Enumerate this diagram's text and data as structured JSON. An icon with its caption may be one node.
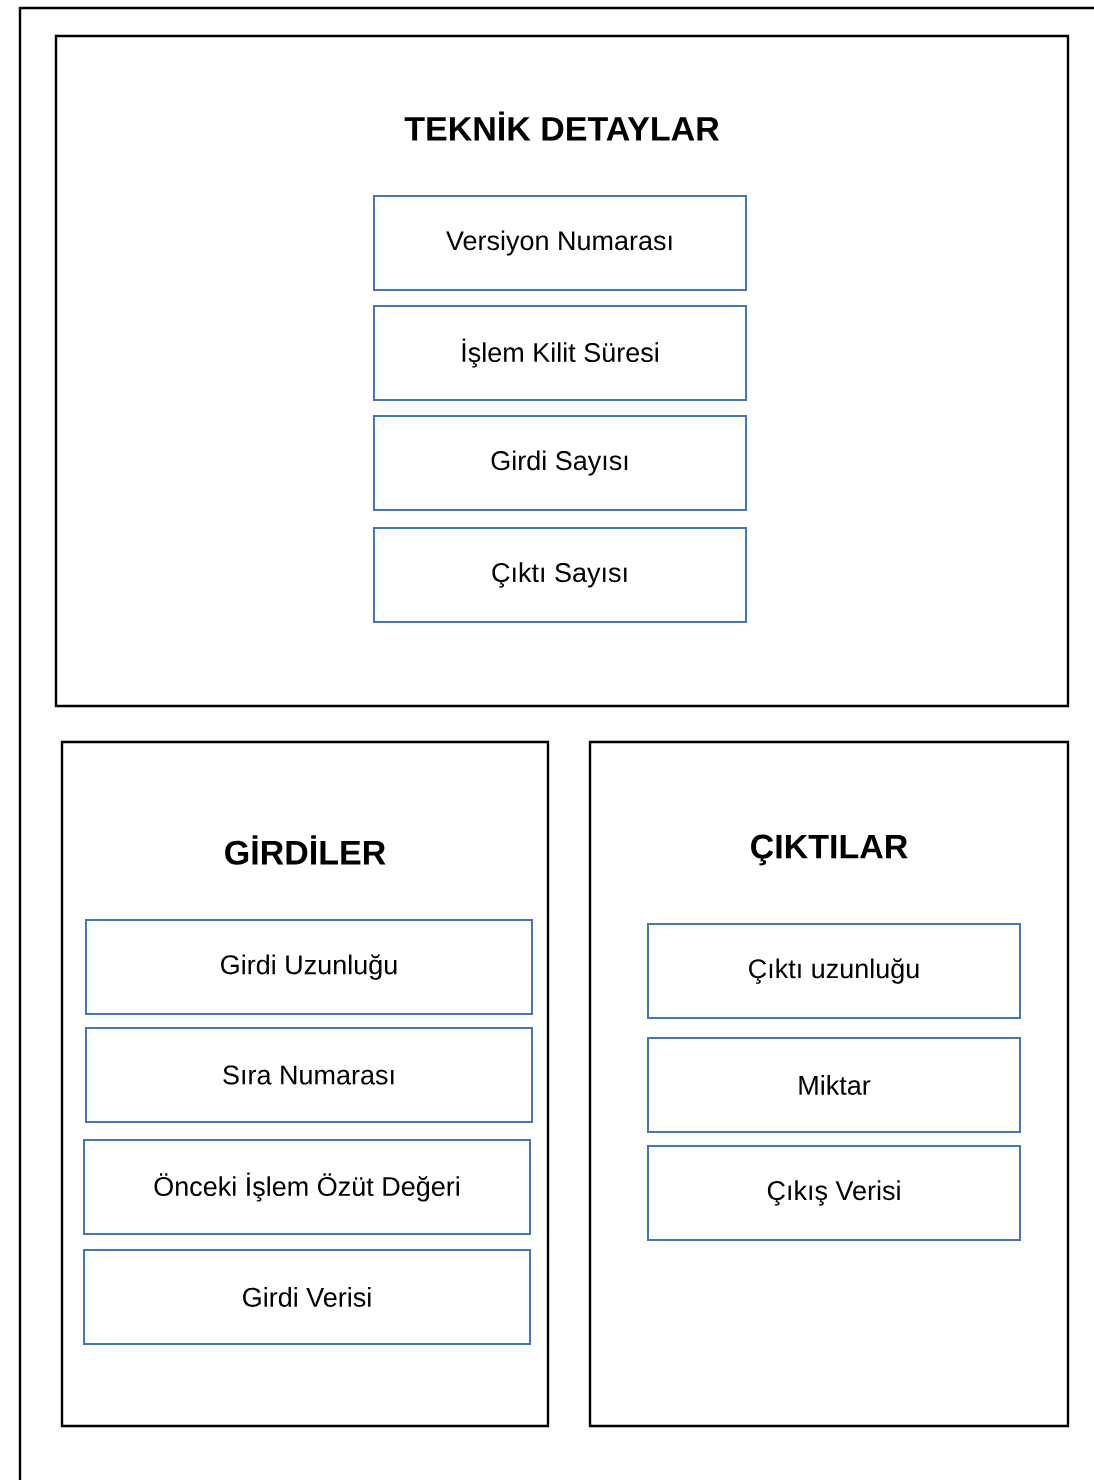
{
  "diagram": {
    "nodes": [
      {
        "text": [
          "TEKNİK DETAYLAR"
        ]
      },
      {
        "text": [
          "Versiyon Numarası"
        ],
        "in": 0
      },
      {
        "text": [
          "İşlem Kilit Süresi"
        ],
        "in": 0
      },
      {
        "text": [
          "Girdi Sayısı"
        ],
        "in": 0
      },
      {
        "text": [
          "Çıktı Sayısı"
        ],
        "in": 0
      },
      {
        "text": [
          "GİRDİLER"
        ]
      },
      {
        "text": [
          "Girdi Uzunluğu"
        ],
        "in": 5
      },
      {
        "text": [
          "Sıra Numarası"
        ],
        "in": 5
      },
      {
        "text": [
          "Önceki İşlem Özüt Değeri"
        ],
        "in": 5
      },
      {
        "text": [
          "Girdi Verisi"
        ],
        "in": 5
      },
      {
        "text": [
          "ÇIKTILAR"
        ]
      },
      {
        "text": [
          "Çıktı uzunluğu"
        ],
        "in": 10
      },
      {
        "text": [
          "Miktar"
        ],
        "in": 10
      },
      {
        "text": [
          "Çıkış Verisi"
        ],
        "in": 10
      }
    ]
  }
}
